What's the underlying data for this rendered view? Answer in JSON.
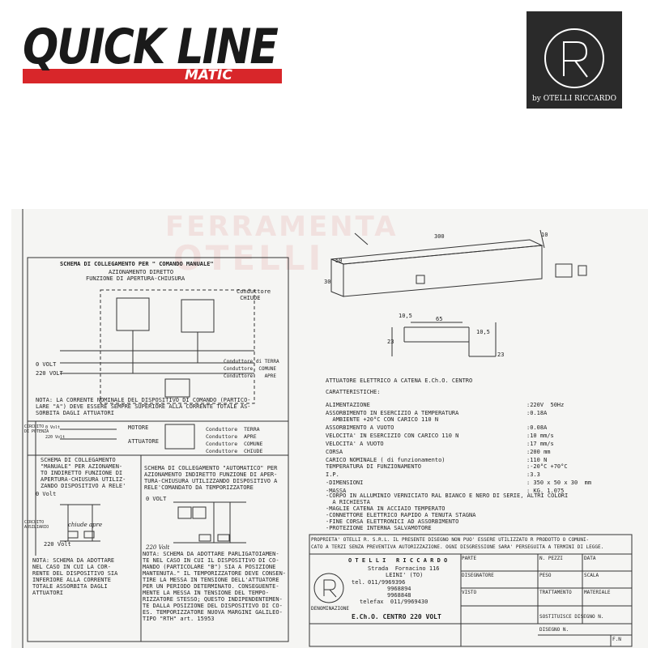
{
  "header": {
    "quickline_logo": "QUICK LINE",
    "quickline_sub": "MATIC",
    "brand_logo": "by OTELLI RICCARDO"
  },
  "watermark": {
    "line1": "FERRAMENTA",
    "line2": "OTELLI"
  },
  "manual": {
    "title": "SCHEMA DI COLLEGAMENTO PER \" COMANDO MANUALE\"",
    "subtitle1": "AZIONAMENTO DIRETTO",
    "subtitle2": "FUNZIONE DI APERTURA-CHIUSURA",
    "cond_chiude": "Conduttore\n CHIUDE",
    "cond_terra": "Conduttore di TERRA",
    "cond_comune": "Conduttore  COMUNE",
    "cond_apre": "Conduttore    APRE",
    "v0": "0 VOLT",
    "v220": "220 VOLT",
    "note": "NOTA: LA CORRENTE NOMINALE DEL DISPOSITIVO DI COMANDO (PARTICO-\nLARE \"A\") DEVE ESSERE SEMPRE SUPERIORE ALLA CORRENTE TOTALE AS-\nSORBITA DAGLI ATTUATORI"
  },
  "mid": {
    "circuito_potenza": "CIRCUITO\nDI POTENZA",
    "v0": "0 Volt",
    "v220": "220 Volt",
    "motore": "MOTORE",
    "attuatore": "ATTUATORE",
    "c1": "Conduttore  TERRA",
    "c2": "Conduttore  APRE",
    "c3": "Conduttore  COMUNE",
    "c4": "Conduttore  CHIUDE"
  },
  "bl": {
    "schema": "SCHEMA DI COLLEGAMENTO\n\"MANUALE\" PER AZIONAMEN-\nTO INDIRETTO FUNZIONE DI\nAPERTURA-CHIUSURA UTILIZ-\nZANDO DISPOSITIVO A RELE'",
    "v0": "0 Volt",
    "chiude": "chiude",
    "apre": "apre",
    "v220": "220 Volt",
    "circuito": "CIRCUITO\nAUSILIARIO",
    "nota": "NOTA: SCHEMA DA ADOTTARE\nNEL CASO IN CUI LA COR-\nRENTE DEL DISPOSITIVO SIA\nINFERIORE ALLA CORRENTE\nTOTALE ASSORBITA DAGLI\nATTUATORI"
  },
  "bm": {
    "schema": "SCHEMA DI COLLEGAMENTO \"AUTOMATICO\" PER\nAZIONAMENTO INDIRETTO FUNZIONE DI APER-\nTURA-CHIUSURA UTILIZZANDO DISPOSITIVO A\nRELE'COMANDATO DA TEMPORIZZATORE",
    "v0": "0 VOLT",
    "v220": "220 Volt",
    "nota": "NOTA: SCHEMA DA ADOTTARE PARLIGATOIAMEN-\nTE NEL CASO IN CUI IL DISPOSITIVO DI CO-\nMANDO (PARTICOLARE \"B\") SIA A POSIZIONE\nMANTENUTA.\" IL TEMPORIZZATORE DEVE CONSEN-\nTIRE LA MESSA IN TENSIONE DELL'ATTUATORE\nPER UN PERIODO DETERMINATO. CONSEGUENTE-\nMENTE LA MESSA IN TENSIONE DEL TEMPO-\nRIZZATORE STESSO; QUESTO INDIPENDENTEMEN-\nTE DALLA POSIZIONE DEL DISPOSITIVO DI CO-\nES. TEMPORIZZATORE NUOVA MARGINI GALILEO-\nTIPO \"RTH\" art. 15953"
  },
  "drawing": {
    "d300": "300",
    "d10": "10",
    "d50": "50",
    "d30": "30",
    "d65": "65",
    "d105a": "10,5",
    "d105b": "10,5",
    "d23a": "23",
    "d23b": "23"
  },
  "specs": {
    "title": "ATTUATORE ELETTRICO A CATENA E.Ch.O. CENTRO",
    "car": "CARATTERISTICHE:",
    "rows": [
      [
        "ALIMENTAZIONE",
        ":220V  50Hz"
      ],
      [
        "ASSORBIMENTO IN ESERCIZIO A TEMPERATURA\n  AMBIENTE +20°C CON CARICO 110 N",
        ":0.18A"
      ],
      [
        "ASSORBIMENTO A VUOTO",
        ":0.08A"
      ],
      [
        "VELOCITA' IN ESERCIZIO CON CARICO 110 N",
        ":10 mm/s"
      ],
      [
        "VELOCITA' A VUOTO",
        ":17 mm/s"
      ],
      [
        "CORSA",
        ":200 mm"
      ],
      [
        "CARICO NOMINALE ( di funzionamento)",
        ":110 N"
      ]
    ],
    "rows2": [
      [
        "TEMPERATURA DI FUNZIONAMENTO",
        ":-20°C +70°C"
      ],
      [
        "I.P.",
        ":3.3"
      ],
      [
        "-DIMENSIONI",
        ": 350 x 50 x 30  mm"
      ],
      [
        "-MASSA",
        ": KG. 1.075"
      ]
    ],
    "list": "-CORPO IN ALLUMINIO VERNICIATO RAL BIANCO E NERO DI SERIE, ALTRI COLORI\n  A RICHIESTA\n-MAGLIE CATENA IN ACCIAIO TEMPERATO\n-CONNETTORE ELETTRICO RAPIDO A TENUTA STAGNA\n-FINE CORSA ELETTRONICI AD ASSORBIMENTO\n-PROTEZIONE INTERNA SALVAMOTORE"
  },
  "titleblock": {
    "prop": "PROPRIETA' OTELLI R. S.R.L. IL PRESENTE DISEGNO NON PUO' ESSERE UTILIZZATO R PRODOTTO O COMUNI-\nCATO A TERZI SENZA PREVENTIVA AUTORIZZAZIONE. OGNI DISGRESSIONE SARA' PERSEGUITA A TERMINI DI LEGGE.",
    "company": "O T E L L I   R I C C A R D O",
    "addr1": "Strada  Fornacino 116",
    "addr2": "LEINI' (TO)",
    "tel_label": "tel.",
    "tel1": "011/9969396",
    "tel2": "9968894",
    "tel3": "9968848",
    "telefax": "telefax  011/9969430",
    "parte": "PARTE",
    "pezzi": "N. PEZZI",
    "data": "DATA",
    "disegnatore": "DISEGNATORE",
    "peso": "PESO",
    "scala": "SCALA",
    "visto": "VISTO",
    "trattamento": "TRATTAMENTO",
    "materiale": "MATERIALE",
    "denominazione": "DENOMINAZIONE",
    "den_value": "E.Ch.O. CENTRO 220 VOLT",
    "sostituisce": "SOSTITUISCE DISEGNO N.",
    "disegno": "DISEGNO N.",
    "fr": "F.N"
  }
}
